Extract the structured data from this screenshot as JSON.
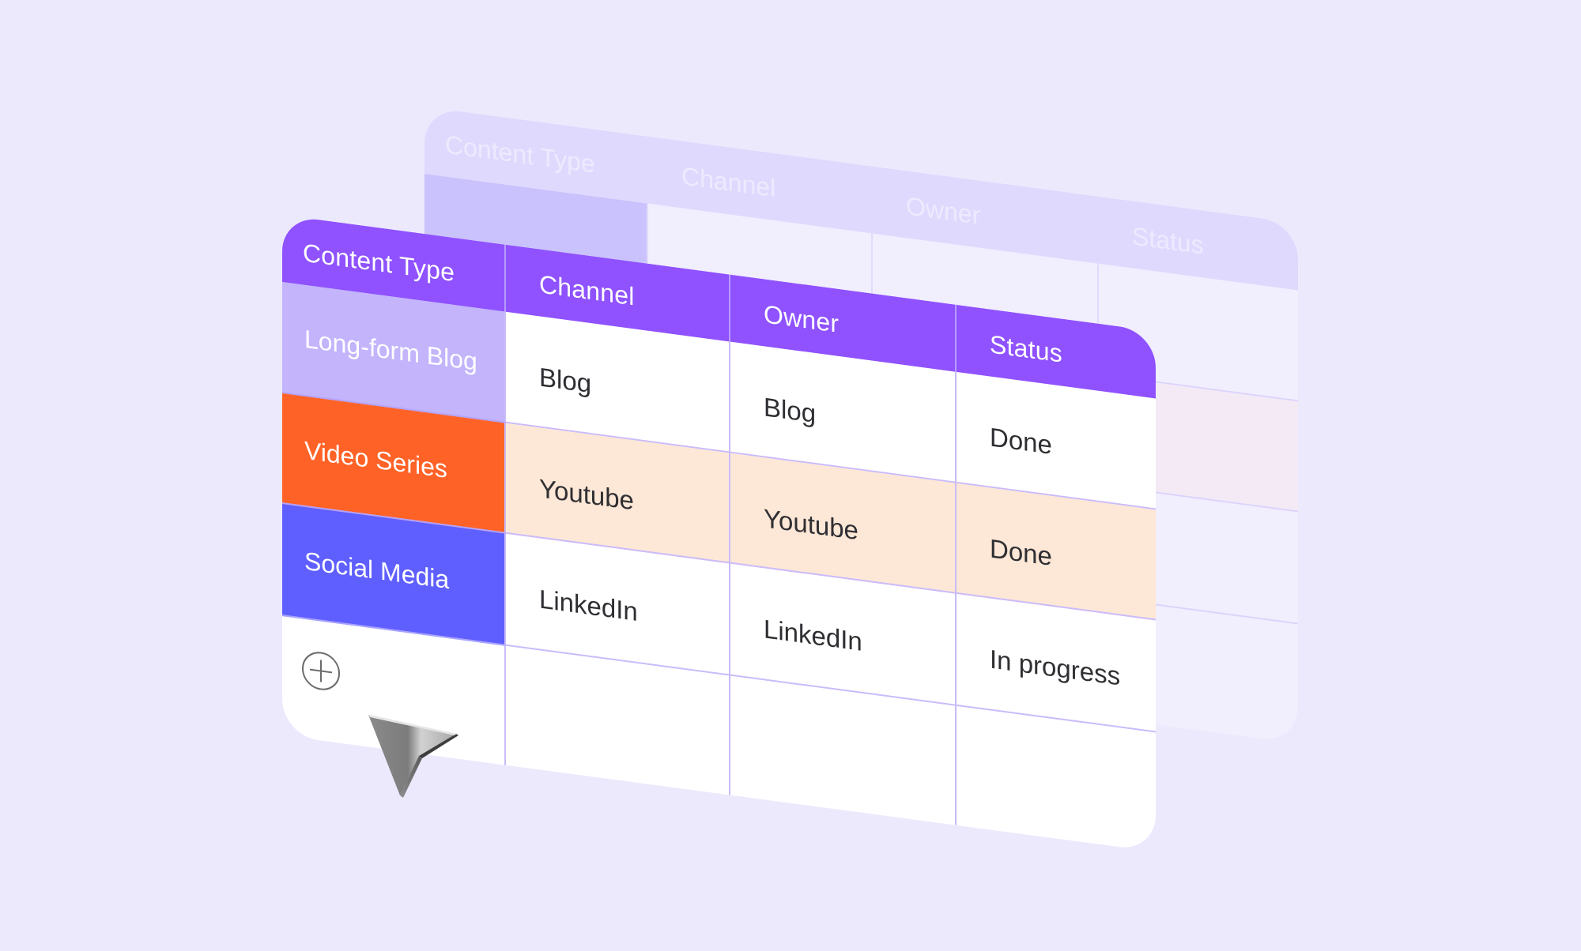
{
  "colors": {
    "background": "#ECE9FD",
    "header": "#8F52FE",
    "long_form_blog": "#C3B4FC",
    "video_series": "#FF6227",
    "social_media": "#5F5FFF",
    "highlight_row": "#FDE7D6",
    "grid_line": "#CABBFB",
    "text": "#2F2F33"
  },
  "back_table": {
    "columns": [
      "Content Type",
      "Channel",
      "Owner",
      "Status"
    ]
  },
  "table": {
    "columns": [
      "Content Type",
      "Channel",
      "Owner",
      "Status"
    ],
    "rows": [
      {
        "content_type": "Long-form Blog",
        "channel": "Blog",
        "owner": "Blog",
        "status": "Done"
      },
      {
        "content_type": "Video Series",
        "channel": "Youtube",
        "owner": "Youtube",
        "status": "Done"
      },
      {
        "content_type": "Social Media",
        "channel": "LinkedIn",
        "owner": "LinkedIn",
        "status": "In progress"
      }
    ],
    "add_row_icon": "plus-circle-icon"
  },
  "cursor": {
    "icon": "pointer-cursor-icon"
  }
}
